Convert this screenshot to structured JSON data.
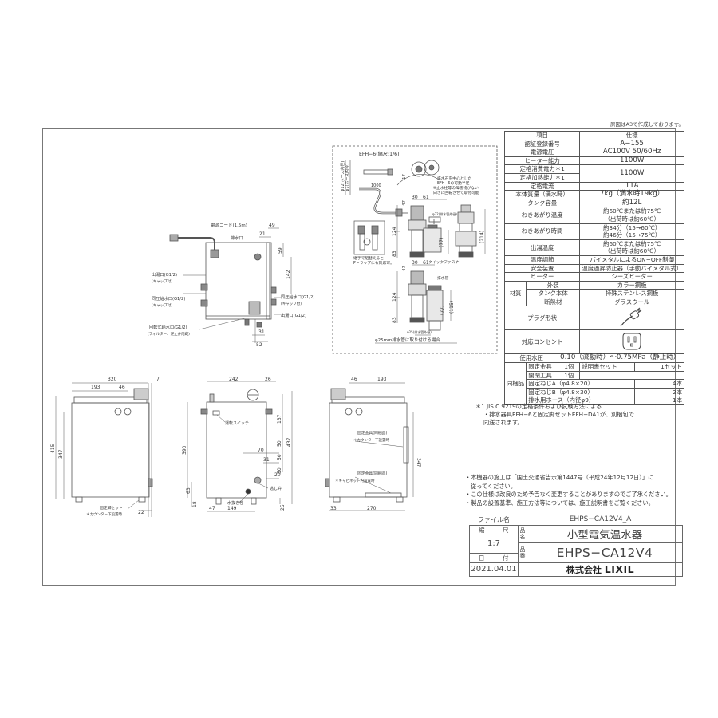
{
  "sheet_note": "原図はA3で作成しております。",
  "spec_table": {
    "header": {
      "item": "項目",
      "spec": "仕様"
    },
    "rows": [
      {
        "label": "認証登録番号",
        "value": "A−155"
      },
      {
        "label": "電源電圧",
        "value": "AC100V 50/60Hz"
      },
      {
        "label": "ヒーター能力",
        "value": "1100W"
      },
      {
        "label": "定格消費電力＊1",
        "value": "1100W"
      },
      {
        "label": "定格加熱能力＊1",
        "value": "1100W"
      },
      {
        "label": "定格電流",
        "value": "11A"
      },
      {
        "label": "本体質量（満水時）",
        "value": "7kg（満水時19kg）"
      },
      {
        "label": "タンク容量",
        "value": "約12L"
      },
      {
        "label": "わきあがり温度",
        "value": "約60℃または約75℃",
        "value2": "（出荷時は約60℃）"
      },
      {
        "label": "わきあがり時間",
        "value": "約34分（15→60℃）",
        "value2": "約46分（15→75℃）"
      },
      {
        "label": "出湯温度",
        "value": "約60℃または約75℃",
        "value2": "（出荷時は約60℃）"
      },
      {
        "label": "温度調節",
        "value": "バイメタルによるON−OFF制御"
      },
      {
        "label": "安全装置",
        "value": "温度過昇防止器（手動バイメタル式）"
      },
      {
        "label": "ヒーター",
        "value": "シーズヒーター"
      }
    ],
    "material": {
      "label": "材質",
      "rows": [
        {
          "label": "外装",
          "value": "カラー鋼板"
        },
        {
          "label": "タンク本体",
          "value": "特殊ステンレス鋼板"
        },
        {
          "label": "断熱材",
          "value": "グラスウール"
        }
      ]
    },
    "plug": {
      "label": "プラグ形状",
      "icon": "plug-icon"
    },
    "outlet": {
      "label": "対応コンセント",
      "icon": "outlet-icon"
    },
    "pressure": {
      "label": "使用水圧",
      "value": "0.10（流動時）〜0.75MPa（静止時）"
    },
    "accessories": {
      "label": "同梱品",
      "rows": [
        {
          "name": "固定金具",
          "qty": "1個",
          "extra_name": "説明書セット",
          "extra_qty": "1セット"
        },
        {
          "name": "開閉工具",
          "qty": "1個"
        },
        {
          "name": "固定ねじA（φ4.8×20）",
          "qty": "4本"
        },
        {
          "name": "固定ねじB（φ4.8×30）",
          "qty": "2本"
        },
        {
          "name": "排水用ホース（内径φ9）",
          "qty": "1本"
        }
      ]
    }
  },
  "footnote": {
    "line1": "＊1 JIS C 9219の定格条件および試験方法による",
    "line2": "・排水器具EFH−6と固定脚セットEFH−DA1が、別梱包で",
    "line3": "同送されます。"
  },
  "notes": [
    "・本機器の施工は「国土交通省告示第1447号（平成24年12月12日）」に",
    "従ってください。",
    "・この仕様は改良のため予告なく変更することがありますのでご了承ください。",
    "・製品の設置基準、施工方法等については、施工説明書をご覧ください。"
  ],
  "title_block": {
    "file_label": "ファイル名",
    "file_name": "EHPS−CA12V4_A",
    "scale_label_1": "縮",
    "scale_label_2": "尺",
    "scale": "1:7",
    "date_label_1": "日",
    "date_label_2": "付",
    "date": "2021.04.01",
    "product_name_label": "品名",
    "product_name": "小型電気温水器",
    "product_number_label": "品番",
    "product_number": "EHPS−CA12V4",
    "company_prefix": "株式会社",
    "company_brand": "LIXIL"
  },
  "drainage_detail": {
    "title": "EFH−6(縮尺:1/6)",
    "label_hose12": "φ12(ホース内径)",
    "label_hose7": "φ7(ホース内径)",
    "dim_1000": "1000",
    "dim_17": "17",
    "dim_47a": "47",
    "dim_30a": "30",
    "dim_61a": "61",
    "dim_124a": "124",
    "dim_83a": "83",
    "dim_77a": "(77)",
    "dim_214": "(214)",
    "label_phi32": "φ32(排水管外径)",
    "label_pivot_1": "排水石を中心とした",
    "label_pivot_2": "EFH−6の可動半径",
    "label_pivot_3": "※止水栓等の障害物がない",
    "label_pivot_4": "向きに回転させて取付可能",
    "label_ptrap_1": "継手で組替えると",
    "label_ptrap_2": "Pトラップにも対応可。",
    "label_quick": "クイックファスナー",
    "dim_47b": "47",
    "dim_30b": "30",
    "dim_61b": "61",
    "dim_124b": "124",
    "dim_83b": "83",
    "dim_77b": "(77)",
    "dim_115": "(115)",
    "label_drain_pipe": "排水管",
    "label_phi25": "φ25(排水管外径)",
    "label_phi25_case": "φ25mm排水管に取り付ける場合"
  },
  "side_view_top": {
    "label_cord": "電源コード(1.5m)",
    "label_overflow": "排水口",
    "label_outlet_left": "出湯口(G1/2)",
    "label_cap1": "(キャップ付)",
    "label_inlet_left": "同圧給水口(G1/2)",
    "label_cap2": "(キャップ付)",
    "label_rot_inlet": "回転式給水口(G1/2)",
    "label_rot_inlet_sub": "(フィルター、逆止弁内蔵)",
    "label_inlet_right": "同圧給水口(G1/2)",
    "label_cap3": "(キャップ付)",
    "label_outlet_right": "出湯口(G1/2)",
    "dim_49": "49",
    "dim_21": "21",
    "dim_59": "59",
    "dim_142": "142",
    "dim_31": "31",
    "dim_52": "52"
  },
  "front_view": {
    "dim_320": "320",
    "dim_7": "7",
    "dim_193": "193",
    "dim_46": "46",
    "dim_415": "415",
    "dim_347": "347",
    "dim_22": "22",
    "label_legset": "固定脚セット",
    "label_counter": "＊カウンター下設置時"
  },
  "side_view": {
    "dim_242": "242",
    "dim_26": "26",
    "dim_390": "390",
    "dim_137": "137",
    "dim_437": "437",
    "dim_50a": "50",
    "dim_50b": "50",
    "dim_50c": "50",
    "dim_70": "70",
    "dim_31": "31",
    "dim_20": "20",
    "dim_63": "63",
    "dim_18": "18",
    "dim_47": "47",
    "dim_149": "149",
    "dim_25": "25",
    "label_switch": "運転スイッチ",
    "label_drain_plug": "水抜き栓",
    "label_relief": "逃し弁"
  },
  "back_view": {
    "dim_46": "46",
    "dim_193": "193",
    "dim_347": "347",
    "dim_33": "33",
    "dim_270": "270",
    "label_bracket1": "固定金具(同梱品)",
    "label_bracket1_sub": "＊カウンター下設置時",
    "label_bracket2": "固定金具(同梱品)",
    "label_bracket2_sub": "＊キャビネット内設置時"
  }
}
